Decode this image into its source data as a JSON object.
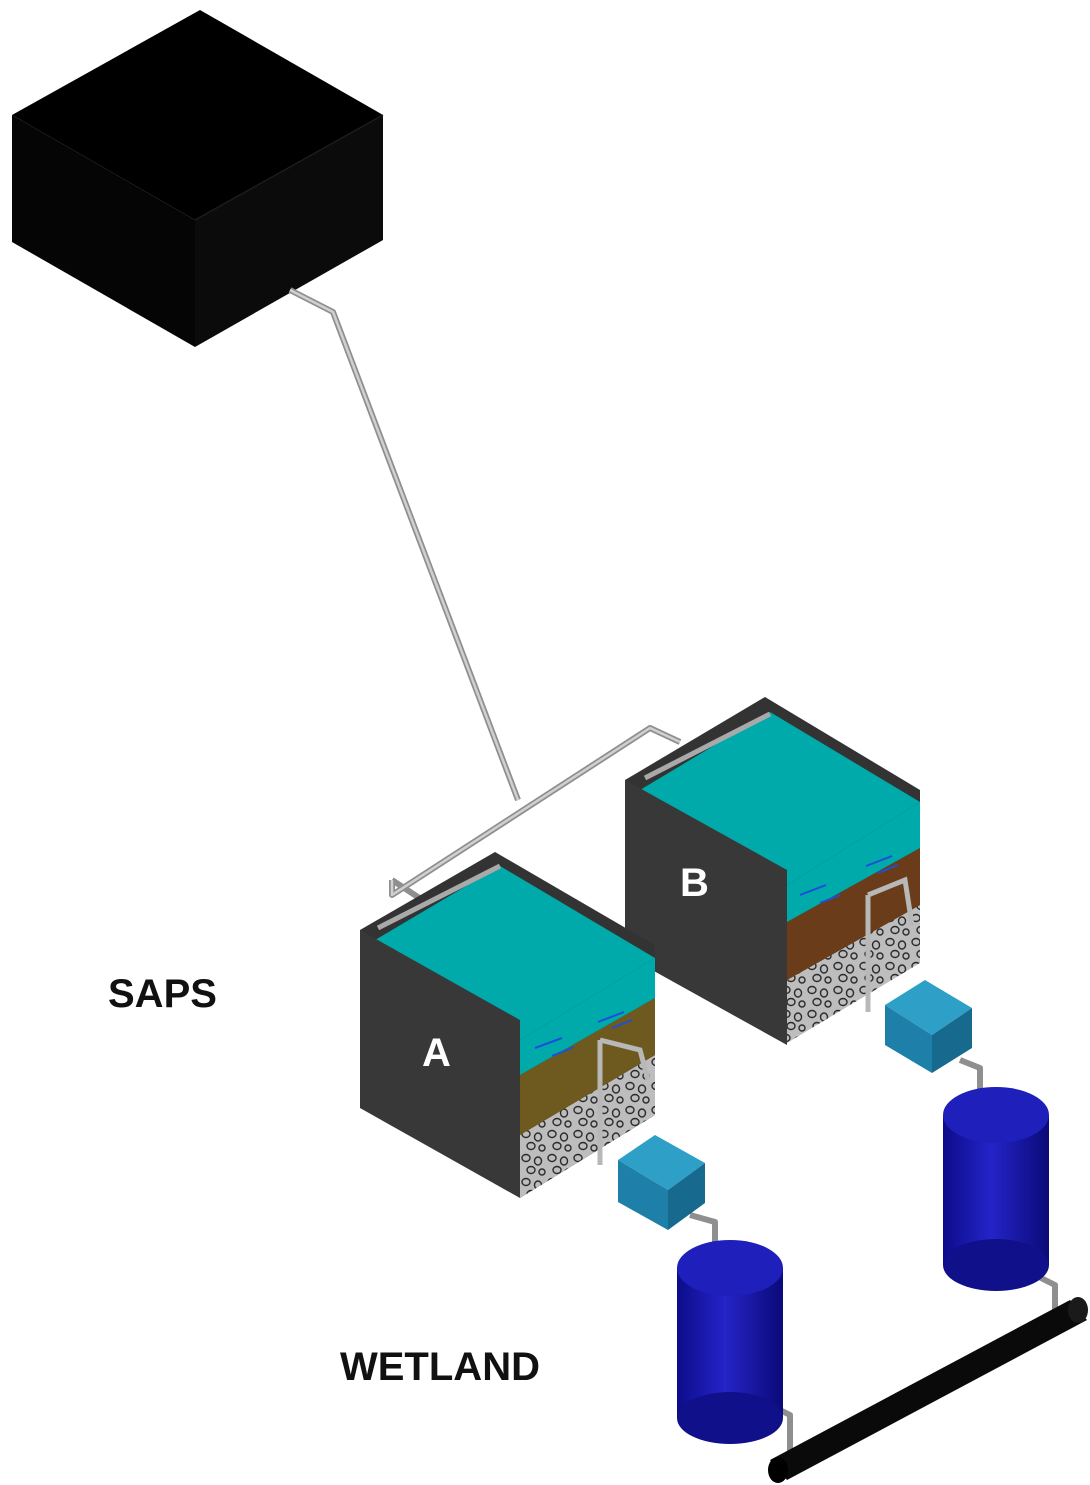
{
  "labels": {
    "saps": "SAPS",
    "wetland": "WETLAND",
    "unit_a": "A",
    "unit_b": "B"
  },
  "colors": {
    "supply_tank": "#000000",
    "unit_wall": "#3a3a3a",
    "water": "#00a9aa",
    "compost_a": "#6e5a1e",
    "compost_b": "#6a3c1a",
    "gravel": "#bdbdbd",
    "small_box": "#1e7fa8",
    "cylinder": "#1414a8",
    "pipe": "#b8b8b8",
    "drain": "#0a0a0a"
  }
}
